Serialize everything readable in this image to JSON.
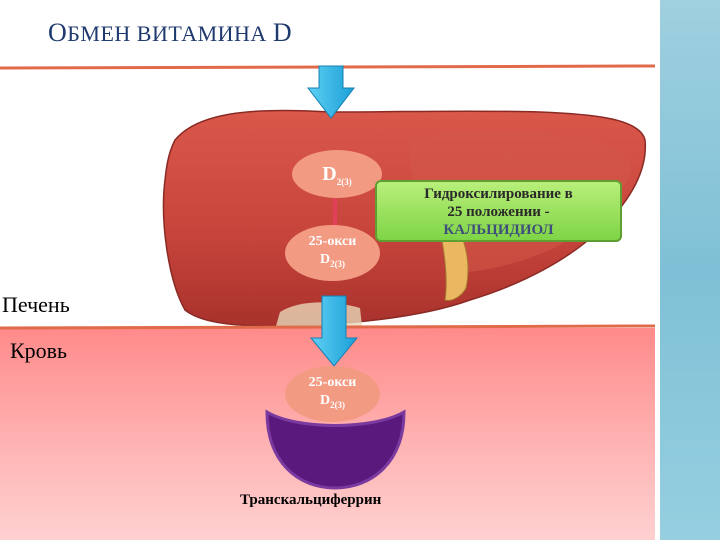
{
  "title": {
    "first_letter": "О",
    "text": "БМЕН ВИТАМИНА ",
    "d": "D"
  },
  "nodes": {
    "d23": {
      "main": "D",
      "sub": "2(3)"
    },
    "hydroxy_liver": {
      "line1": "25-окси",
      "main": "D",
      "sub": "2(3)"
    },
    "hydroxy_blood": {
      "line1": "25-окси",
      "main": "D",
      "sub": "2(3)"
    }
  },
  "hydroxylation": {
    "line1": "Гидроксилирование в",
    "line2": "25 положении -",
    "line3": "КАЛЬЦИДИОЛ"
  },
  "regions": {
    "liver": "Печень",
    "blood": "Кровь"
  },
  "carrier": "Транскальциферрин",
  "colors": {
    "title": "#1f3a6e",
    "oval": "#f39a82",
    "arrow": "#29b6e8",
    "box_green": "#7fd446",
    "bowl": "#5a1a7d",
    "blood": "#ff8a8a",
    "divider": "#e06a4a"
  }
}
